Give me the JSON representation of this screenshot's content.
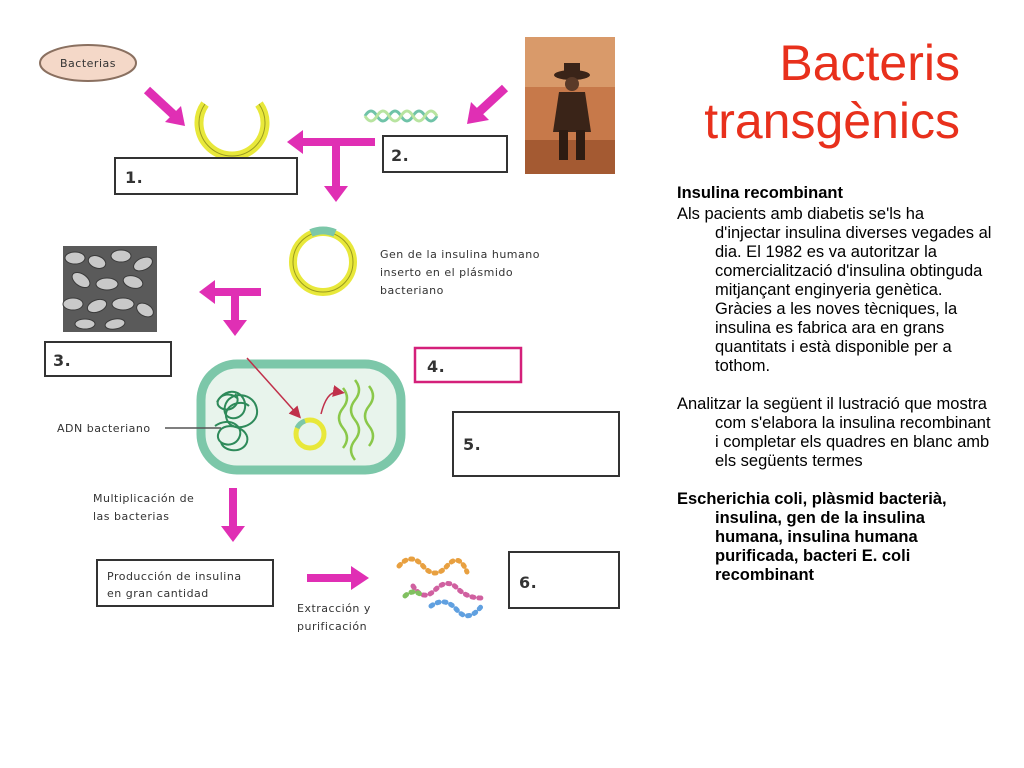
{
  "title": {
    "line1": "Bacteris",
    "line2": "transgènics"
  },
  "figure": {
    "bubble_label": "Bacterias",
    "box1": "1.",
    "box2": "2.",
    "box3": "3.",
    "box4": "4.",
    "box5": "5.",
    "box6": "6.",
    "gene_note_line1": "Gen de la insulina humano",
    "gene_note_line2": "inserto en el plásmido",
    "gene_note_line3": "bacteriano",
    "adn_label": "ADN bacteriano",
    "multiplication_line1": "Multiplicación de",
    "multiplication_line2": "las bacterias",
    "production_line1": "Producción de insulina",
    "production_line2": "en gran cantidad",
    "extraction_line1": "Extracción y",
    "extraction_line2": "purificación",
    "colors": {
      "arrow": "#e02fb4",
      "plasmid": "#e8e83a",
      "bacterium": "#7cc7a9",
      "box4_border": "#d4207a"
    },
    "icons": [
      "cowboy-photo",
      "bacteria-micrograph",
      "dna-strand",
      "protein-chain"
    ]
  },
  "text": {
    "heading": "Insulina recombinant",
    "paragraph1": "Als pacients amb diabetis se'ls ha d'injectar insulina diverses vegades al dia. El 1982 es va autoritzar la comercialització d'insulina obtinguda mitjançant enginyeria genètica. Gràcies a les noves tècniques, la insulina es fabrica ara en grans quantitats i està disponible per a tothom.",
    "paragraph2": "Analitzar la següent il lustració que mostra com s'elabora la insulina recombinant i completar els quadres en blanc amb els següents termes",
    "terms": "Escherichia coli, plàsmid bacterià, insulina, gen de la insulina humana, insulina humana purificada, bacteri E. coli recombinant"
  }
}
